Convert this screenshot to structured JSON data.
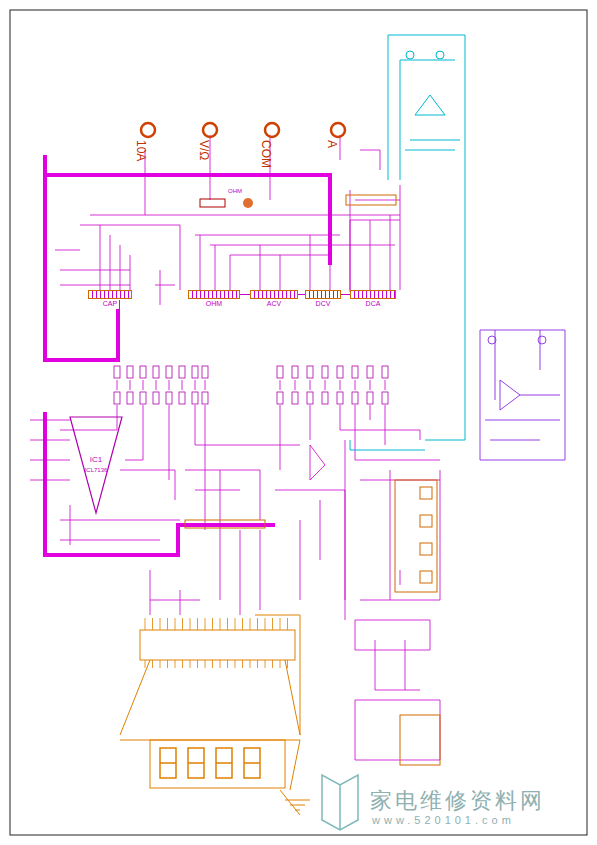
{
  "diagram": {
    "nodes": [
      {
        "text": [
          "CAP"
        ]
      },
      {
        "text": [
          "OHM"
        ]
      },
      {
        "text": [
          "ACV"
        ]
      },
      {
        "text": [
          "DCV"
        ]
      },
      {
        "text": [
          "DCA"
        ]
      },
      {
        "text": [
          "IC1",
          "ICL7136"
        ]
      }
    ],
    "edges": [
      {
        "from": 1,
        "to": 2,
        "arrow": "none"
      },
      {
        "from": 2,
        "to": 3,
        "arrow": "none"
      },
      {
        "from": 3,
        "to": 4,
        "arrow": "none"
      }
    ],
    "labels": [
      "10A",
      "V/Ω",
      "COM",
      "A",
      "OHM",
      "家电维修资料网",
      "www.520101.com"
    ]
  }
}
